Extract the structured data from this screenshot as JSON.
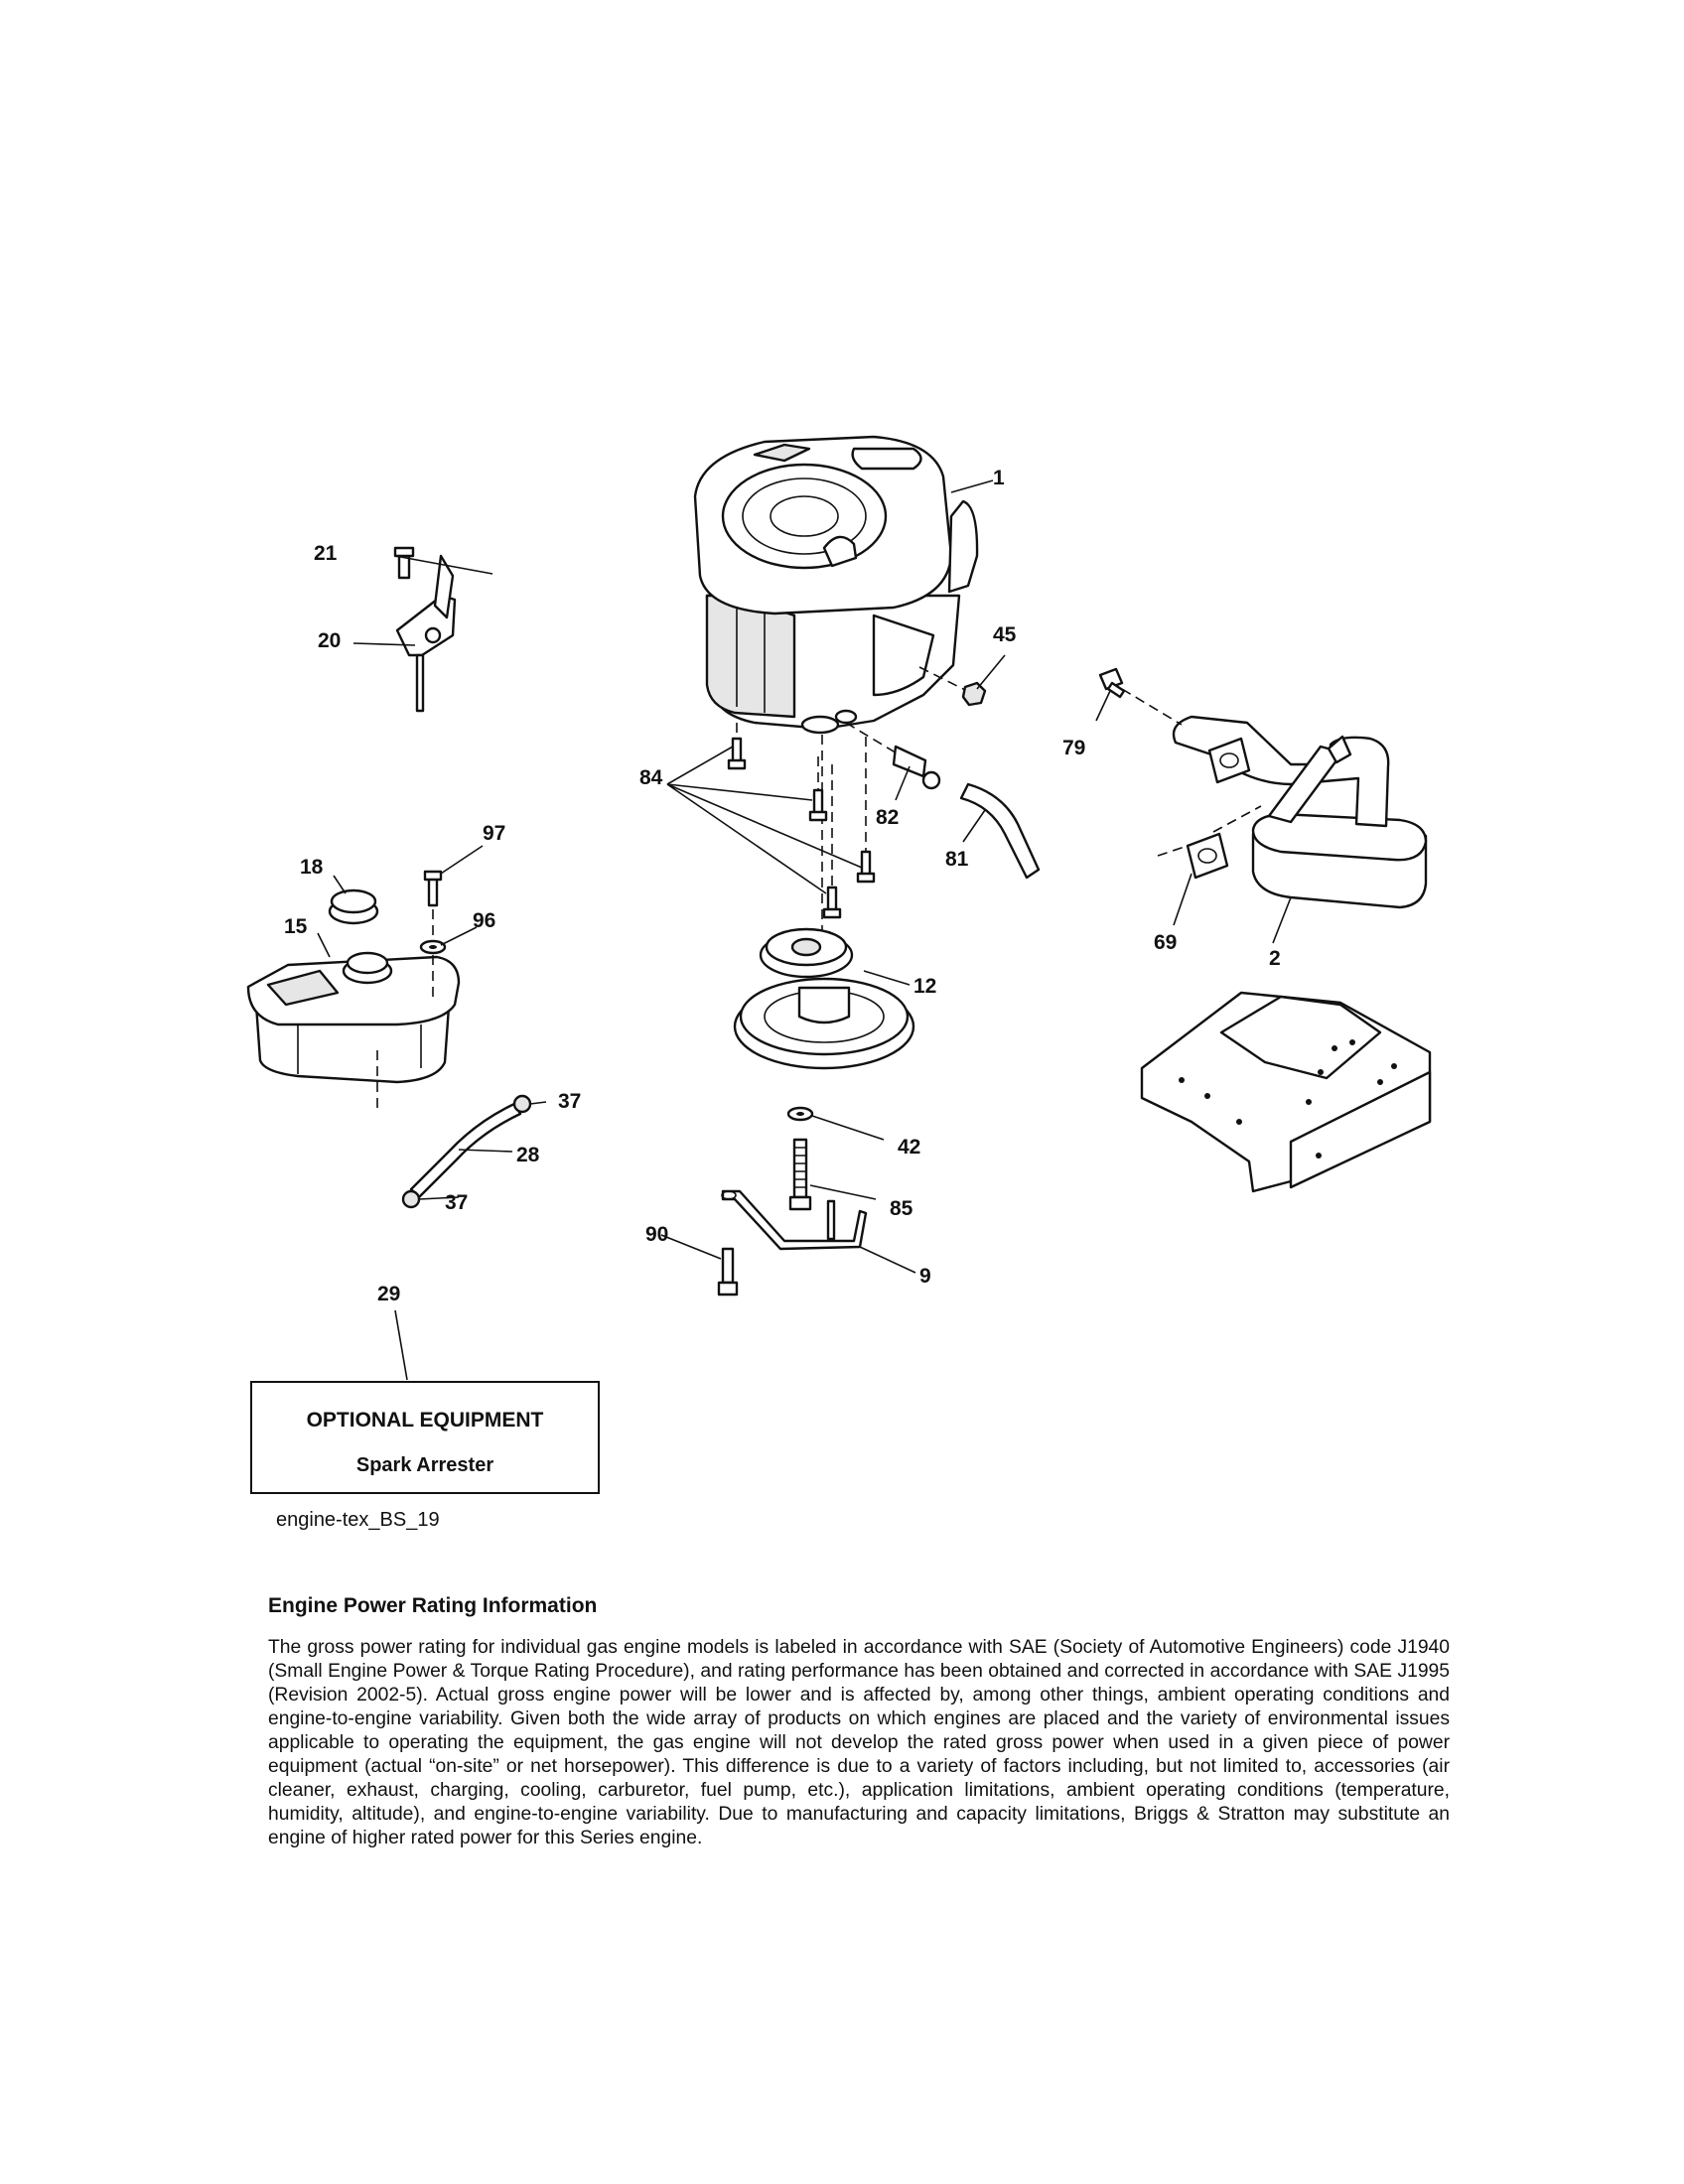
{
  "diagram": {
    "callouts": {
      "c1": "1",
      "c2": "2",
      "c9": "9",
      "c12": "12",
      "c15": "15",
      "c18": "18",
      "c20": "20",
      "c21": "21",
      "c28": "28",
      "c29": "29",
      "c37a": "37",
      "c37b": "37",
      "c42": "42",
      "c45": "45",
      "c69": "69",
      "c79": "79",
      "c81": "81",
      "c82": "82",
      "c84": "84",
      "c85": "85",
      "c90": "90",
      "c96": "96",
      "c97": "97"
    }
  },
  "optional_box": {
    "title": "OPTIONAL EQUIPMENT",
    "item": "Spark Arrester"
  },
  "diagram_id": "engine-tex_BS_19",
  "info": {
    "heading": "Engine Power Rating Information",
    "body": "The gross power rating for individual gas engine models is labeled in accordance with SAE (Society of Automotive Engineers) code J1940 (Small Engine Power & Torque Rating Procedure), and rating performance has been obtained and corrected in accordance with SAE J1995 (Revision 2002-5). Actual gross engine power will be lower and is affected by, among other things, ambient operating conditions and engine-to-engine variability. Given both the wide array of products on which engines are placed and the variety of environmental issues applicable to operating the equipment, the gas engine will not develop the rated gross power when used in a given piece of power equipment (actual “on-site” or net horsepower). This difference is due to a variety of factors including, but not limited to, accessories (air cleaner, exhaust, charging, cooling, carburetor, fuel pump, etc.), application limitations, ambient operating conditions (temperature, humidity, altitude), and engine-to-engine variability. Due to manufacturing and capacity limitations, Briggs & Stratton may substitute an engine of higher rated power for this Series engine."
  }
}
